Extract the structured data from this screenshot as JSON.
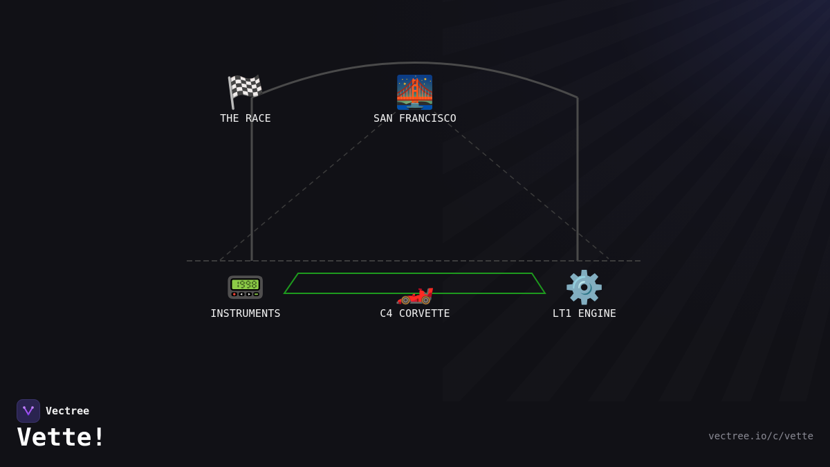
{
  "brand": {
    "name": "Vectree",
    "accent": "#a855f7"
  },
  "title": "Vette!",
  "url": "vectree.io/c/vette",
  "nodes": {
    "race": {
      "label": "THE RACE",
      "emoji": "🏁",
      "icon": "checkered-flag"
    },
    "sf": {
      "label": "SAN FRANCISCO",
      "emoji": "🌉",
      "icon": "bridge-at-night"
    },
    "instruments": {
      "label": "INSTRUMENTS",
      "emoji": "📟",
      "icon": "pager"
    },
    "corvette": {
      "label": "C4 CORVETTE",
      "emoji": "🏎️",
      "icon": "racing-car"
    },
    "engine": {
      "label": "LT1 ENGINE",
      "emoji": "⚙️",
      "icon": "gear"
    }
  },
  "colors": {
    "background": "#111116",
    "connector": "#4a4a4a",
    "dashed": "#3c3c3c",
    "highlight": "#1e9a1e",
    "text": "#f2f2f2",
    "muted": "#8a8a94"
  }
}
